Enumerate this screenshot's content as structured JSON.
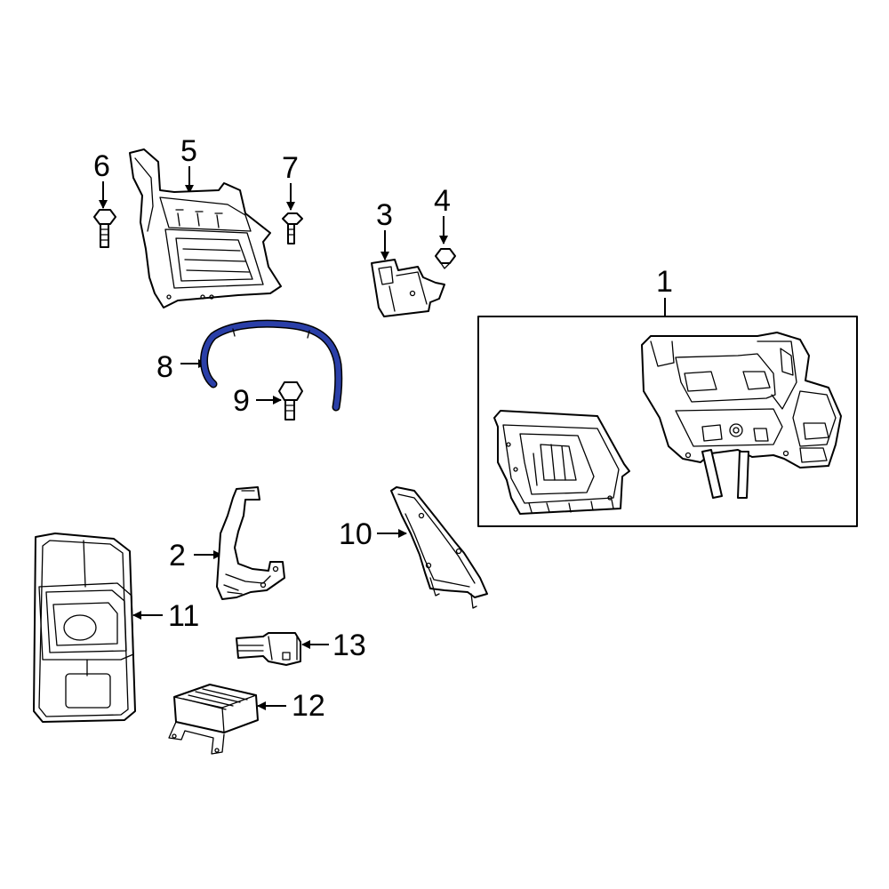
{
  "diagram": {
    "highlight_color": "#2a3fa8",
    "callouts": [
      {
        "id": "1",
        "label": "1"
      },
      {
        "id": "2",
        "label": "2"
      },
      {
        "id": "3",
        "label": "3"
      },
      {
        "id": "4",
        "label": "4"
      },
      {
        "id": "5",
        "label": "5"
      },
      {
        "id": "6",
        "label": "6"
      },
      {
        "id": "7",
        "label": "7"
      },
      {
        "id": "8",
        "label": "8"
      },
      {
        "id": "9",
        "label": "9"
      },
      {
        "id": "10",
        "label": "10"
      },
      {
        "id": "11",
        "label": "11"
      },
      {
        "id": "12",
        "label": "12"
      },
      {
        "id": "13",
        "label": "13"
      }
    ]
  }
}
